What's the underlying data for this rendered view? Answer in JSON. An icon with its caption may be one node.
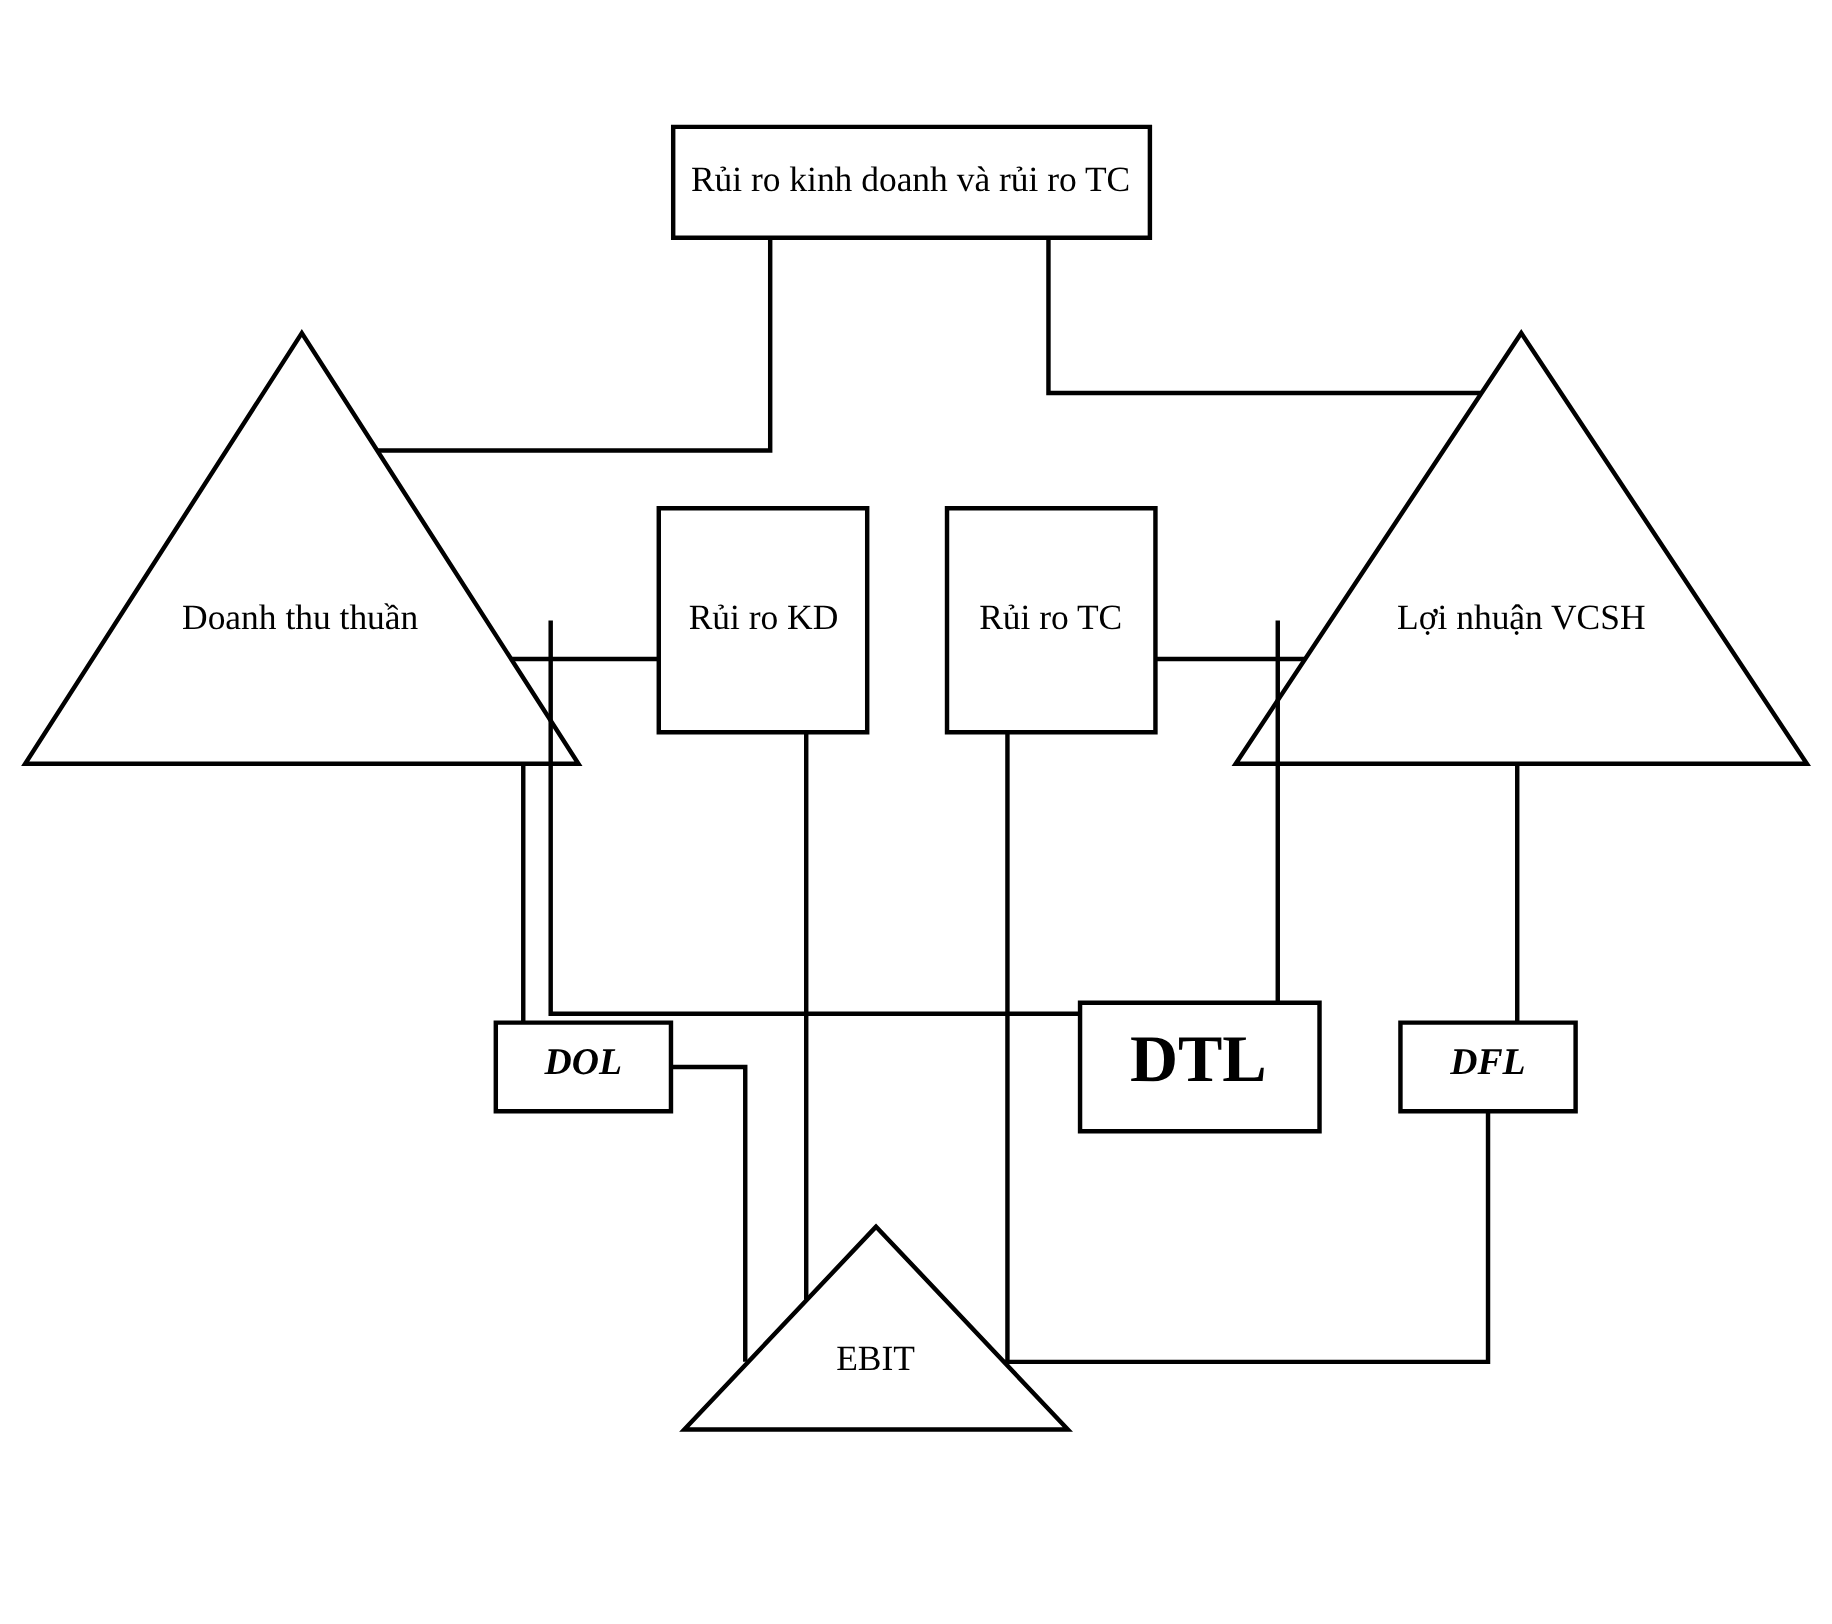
{
  "diagram": {
    "nodes": [
      {
        "text": [
          "Rủi ro kinh doanh và rủi ro TC"
        ]
      },
      {
        "text": [
          "Doanh thu thuần"
        ]
      },
      {
        "text": [
          "Rủi ro KD"
        ]
      },
      {
        "text": [
          "Rủi ro TC"
        ]
      },
      {
        "text": [
          "EBIT"
        ]
      },
      {
        "text": [
          "Lợi nhuận VCSH"
        ]
      },
      {
        "text": [
          "DOL"
        ]
      },
      {
        "text": [
          "DFL"
        ]
      },
      {
        "text": [
          "DTL"
        ]
      }
    ],
    "edges": [
      {
        "from": 0,
        "to": 1,
        "arrow": "none"
      },
      {
        "from": 0,
        "to": 5,
        "arrow": "none"
      },
      {
        "from": 1,
        "to": 2,
        "arrow": "none"
      },
      {
        "from": 2,
        "to": 4,
        "arrow": "none"
      },
      {
        "from": 4,
        "to": 3,
        "arrow": "none"
      },
      {
        "from": 3,
        "to": 5,
        "arrow": "none"
      },
      {
        "from": 1,
        "to": 6,
        "arrow": "none"
      },
      {
        "from": 6,
        "to": 4,
        "arrow": "none"
      },
      {
        "from": 4,
        "to": 7,
        "arrow": "none"
      },
      {
        "from": 7,
        "to": 5,
        "arrow": "none"
      },
      {
        "from": 1,
        "to": 8,
        "arrow": "none"
      },
      {
        "from": 8,
        "to": 5,
        "arrow": "none"
      }
    ]
  }
}
